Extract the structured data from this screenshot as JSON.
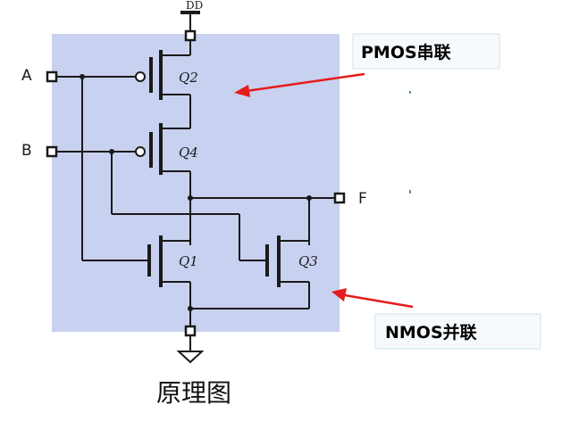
{
  "supply_label": "DD",
  "inputs": {
    "a": "A",
    "b": "B"
  },
  "output": "F",
  "transistors": {
    "q1": "Q1",
    "q2": "Q2",
    "q3": "Q3",
    "q4": "Q4"
  },
  "callouts": {
    "pmos": "PMOS串联",
    "nmos": "NMOS并联"
  },
  "caption": "原理图",
  "colors": {
    "panel": "#c8d1ef",
    "arrow": "#e51c1c",
    "wire": "#1a1a1a"
  }
}
